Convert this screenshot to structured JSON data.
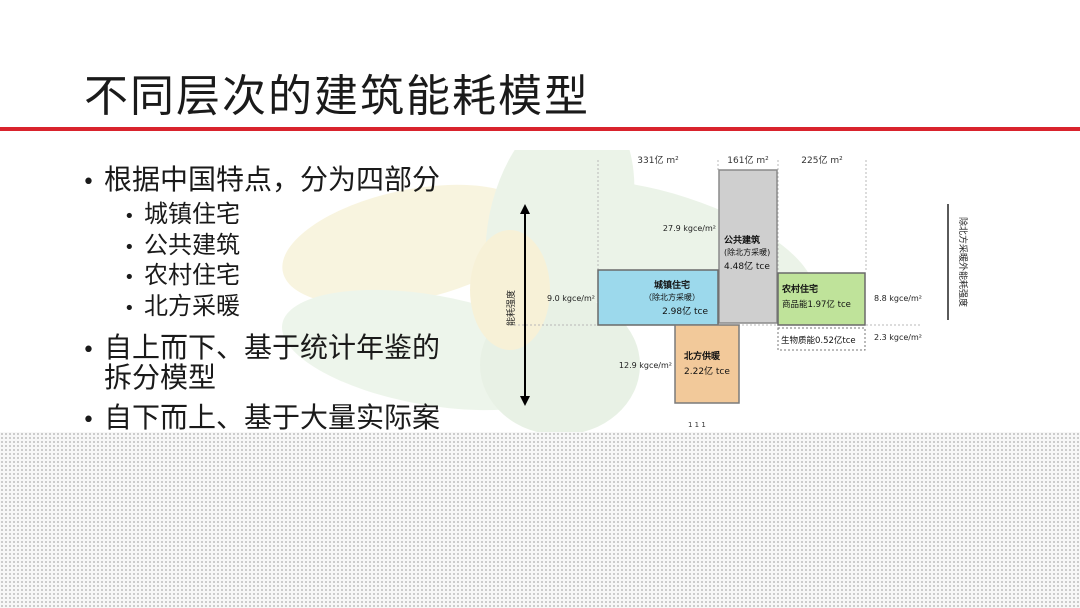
{
  "slide": {
    "title": "不同层次的建筑能耗模型",
    "bullets": [
      "根据中国特点，分为四部分",
      "自上而下、基于统计年鉴的",
      "拆分模型",
      "自下而上、基于大量实际案"
    ],
    "sub_bullets": [
      "城镇住宅",
      "公共建筑",
      "农村住宅",
      "北方采暖"
    ]
  },
  "diagram": {
    "widths": [
      "331亿 m²",
      "161亿 m²",
      "225亿 m²"
    ],
    "vertical_label": "能耗强度",
    "right_label": "除北方采暖外能耗强度",
    "intensities": {
      "public": "27.9 kgce/m²",
      "urban": "9.0 kgce/m²",
      "north": "12.9 kgce/m²",
      "rural": "8.8 kgce/m²",
      "biomass": "2.3 kgce/m²"
    },
    "blocks": {
      "urban": {
        "name": "城镇住宅",
        "note": "（除北方采暖）",
        "value": "2.98亿 tce"
      },
      "public": {
        "name": "公共建筑",
        "note": "(除北方采暖)",
        "value": "4.48亿 tce"
      },
      "north": {
        "name": "北方供暖",
        "value": "2.22亿 tce"
      },
      "rural": {
        "name": "农村住宅",
        "value": "商品能1.97亿 tce"
      },
      "biomass": {
        "value": "生物质能0.52亿tce"
      }
    },
    "partial": "1 1 1"
  },
  "colors": {
    "accent_red": "#d9232d",
    "urban": "#9cd9ec",
    "public": "#cfcfcf",
    "north": "#f2c99a",
    "rural": "#bfe39a"
  }
}
